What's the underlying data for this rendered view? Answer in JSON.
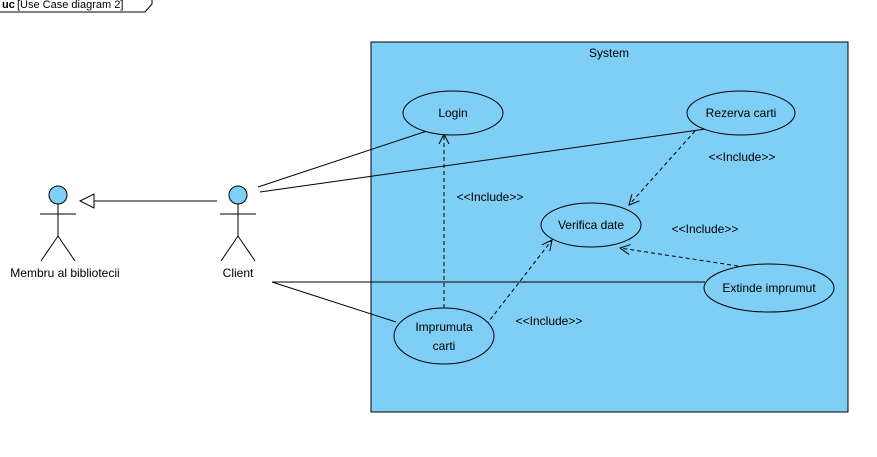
{
  "frame": {
    "keyword": "uc",
    "title": "[Use Case diagram 2]"
  },
  "system": {
    "label": "System"
  },
  "actors": [
    {
      "id": "membru",
      "label": "Membru al bibliotecii"
    },
    {
      "id": "client",
      "label": "Client"
    }
  ],
  "use_cases": [
    {
      "id": "login",
      "label": "Login"
    },
    {
      "id": "rezerva",
      "label": "Rezerva carti"
    },
    {
      "id": "verifica",
      "label": "Verifica date"
    },
    {
      "id": "extinde",
      "label": "Extinde imprumut"
    },
    {
      "id": "imprumuta",
      "label_line1": "Imprumuta",
      "label_line2": "carti"
    }
  ],
  "relations": [
    {
      "type": "generalization",
      "from": "Client",
      "to": "Membru al bibliotecii"
    },
    {
      "type": "association",
      "from": "Client",
      "to": "Login"
    },
    {
      "type": "association",
      "from": "Client",
      "to": "Rezerva carti"
    },
    {
      "type": "association",
      "from": "Client",
      "to": "Extinde imprumut"
    },
    {
      "type": "association",
      "from": "Client",
      "to": "Imprumuta carti"
    },
    {
      "type": "include",
      "from": "Imprumuta carti",
      "to": "Login",
      "label": "<<Include>>"
    },
    {
      "type": "include",
      "from": "Rezerva carti",
      "to": "Verifica date",
      "label": "<<Include>>"
    },
    {
      "type": "include",
      "from": "Extinde imprumut",
      "to": "Verifica date",
      "label": "<<Include>>"
    },
    {
      "type": "include",
      "from": "Imprumuta carti",
      "to": "Verifica date",
      "label": "<<Include>>"
    }
  ],
  "colors": {
    "system_fill": "#7fcef5",
    "actor_head": "#7fcef5",
    "use_case_fill": "#7fcef5",
    "stroke": "#000000"
  }
}
